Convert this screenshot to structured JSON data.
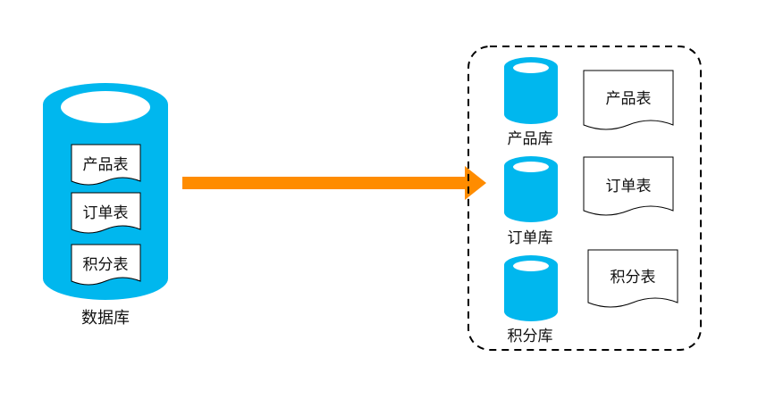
{
  "source": {
    "label": "数据库",
    "tables": [
      "产品表",
      "订单表",
      "积分表"
    ]
  },
  "targets": [
    {
      "db": "产品库",
      "table": "产品表"
    },
    {
      "db": "订单库",
      "table": "订单表"
    },
    {
      "db": "积分库",
      "table": "积分表"
    }
  ],
  "colors": {
    "cylinder": "#00B7EE",
    "arrow": "#FF8C00",
    "border": "#000000"
  }
}
